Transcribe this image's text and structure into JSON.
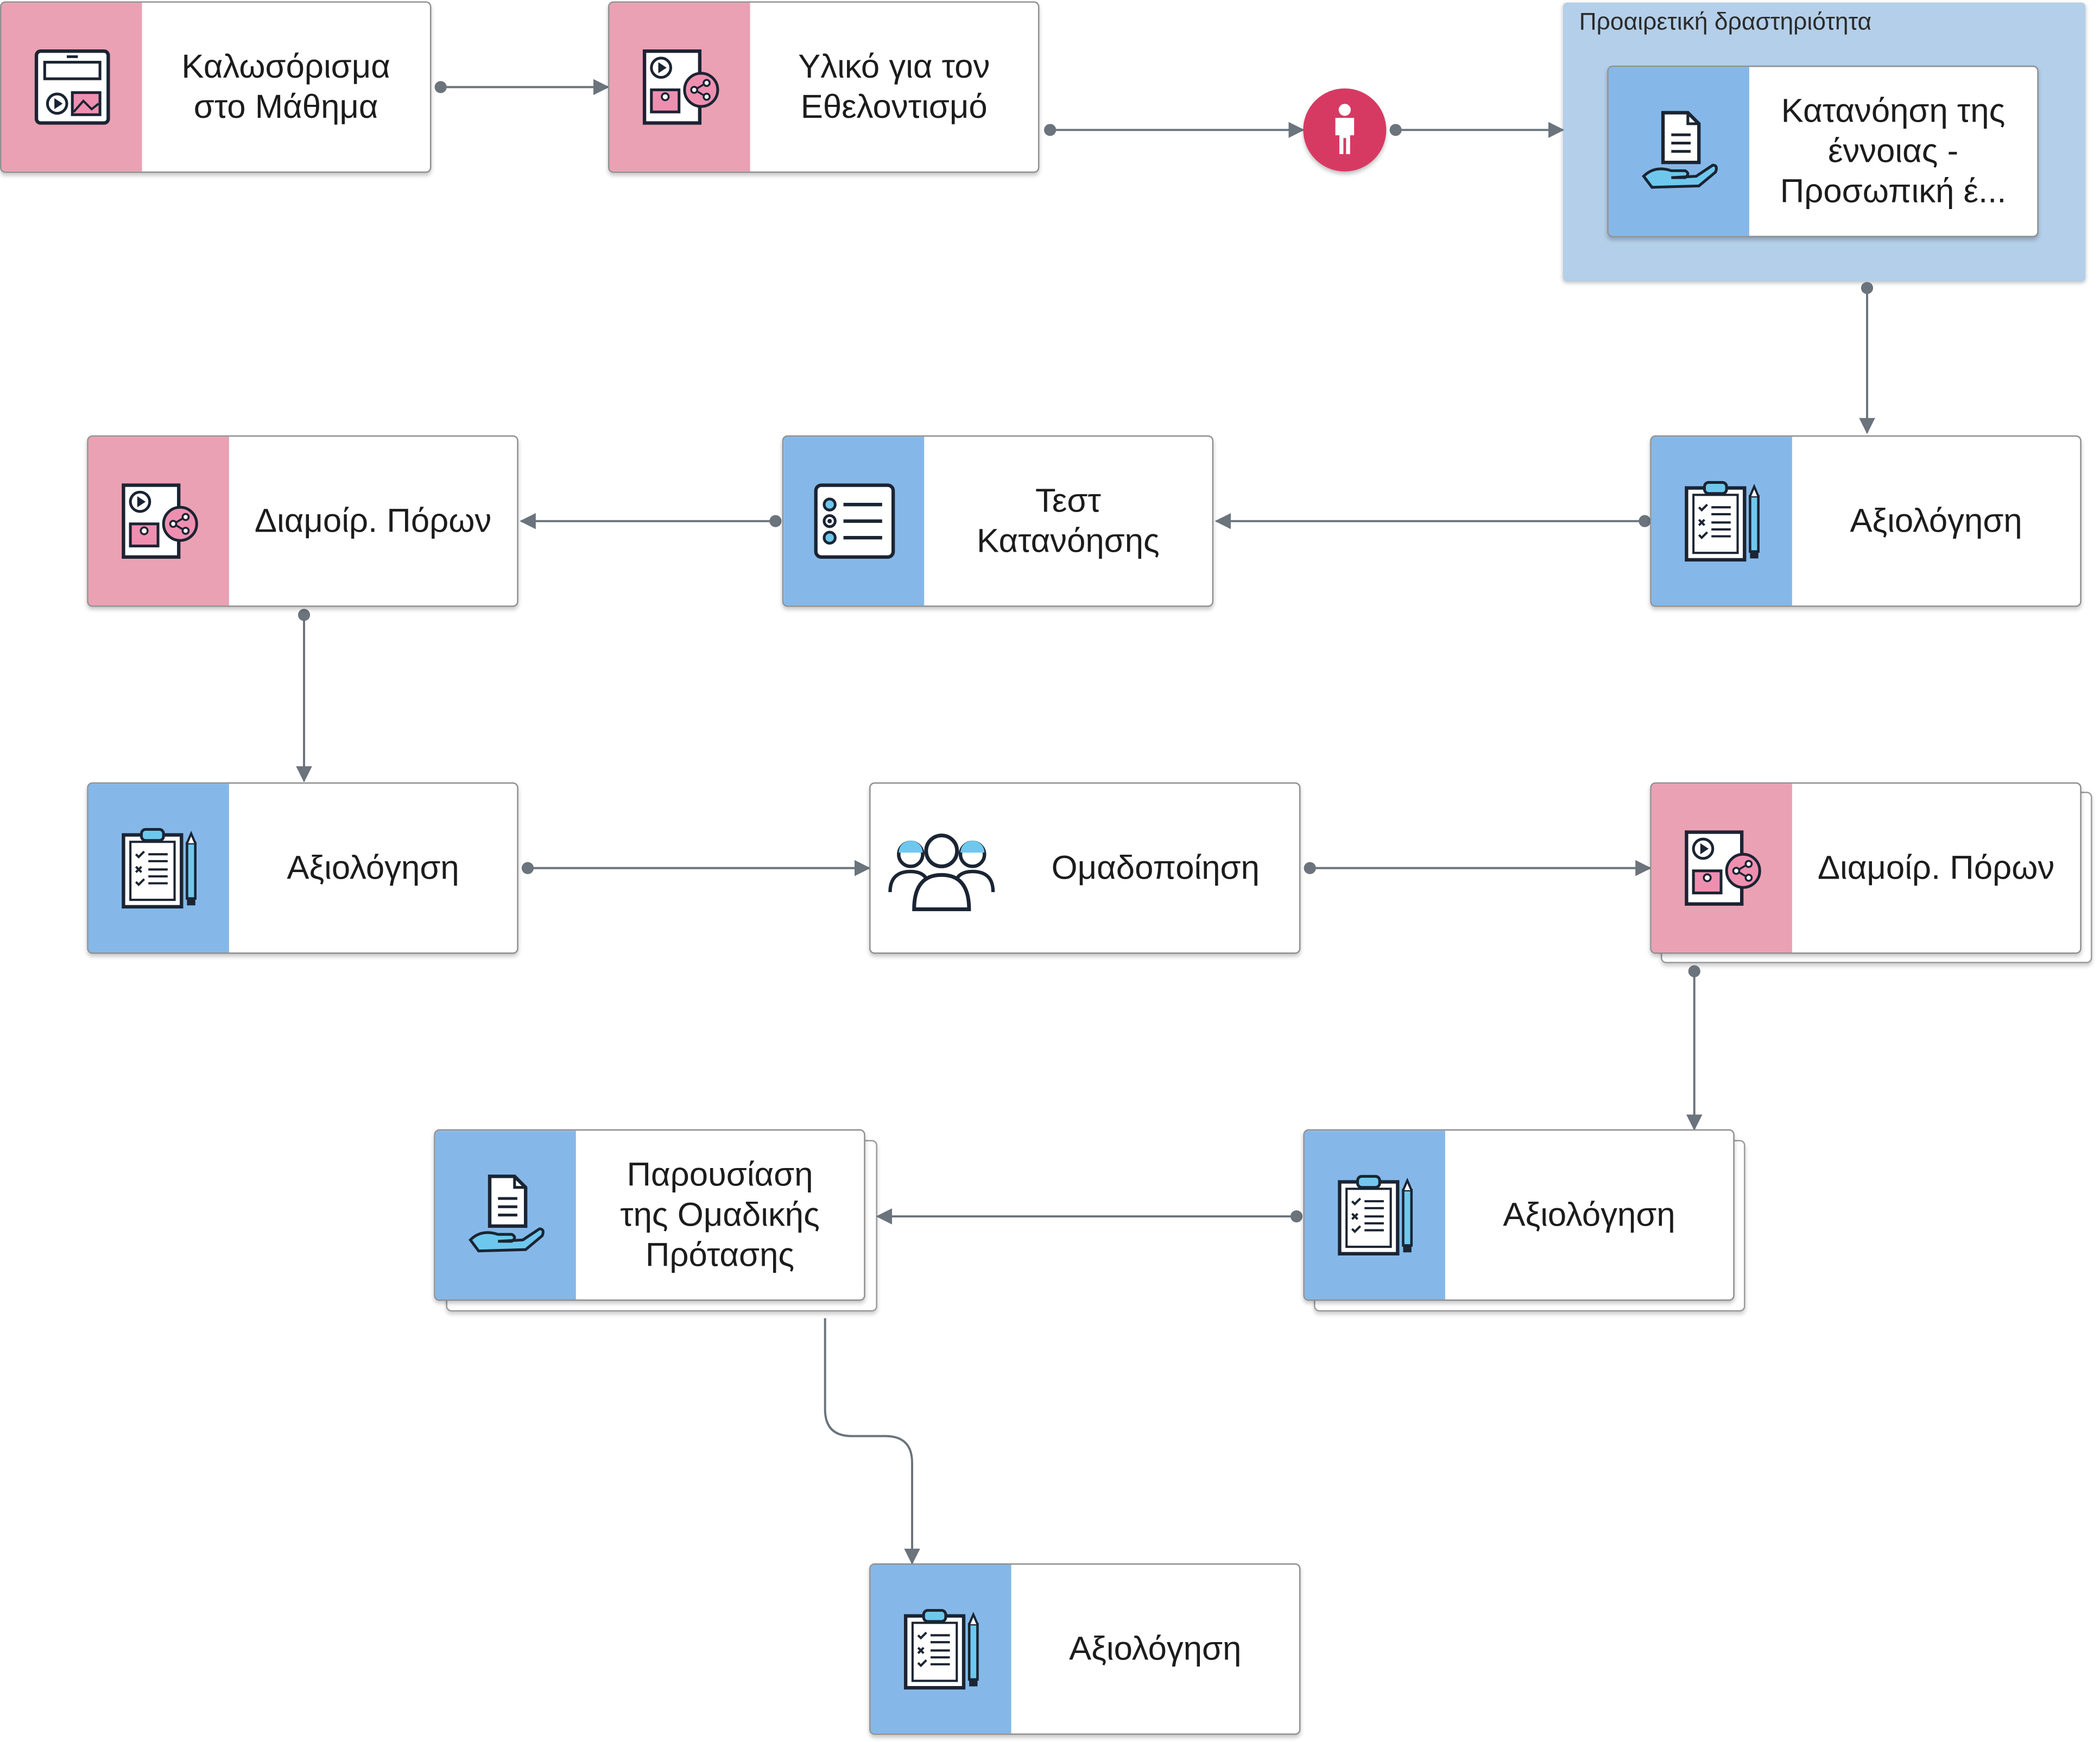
{
  "group": {
    "label": "Προαιρετική δραστηριότητα"
  },
  "nodes": [
    {
      "id": "n1",
      "label": "Καλωσόρισμα\nστο Μάθημα",
      "color": "pink",
      "icon": "presentation-icon"
    },
    {
      "id": "n2",
      "label": "Υλικό για τον\nΕθελοντισμό",
      "color": "pink",
      "icon": "shared-media-icon"
    },
    {
      "id": "n3",
      "label": "Κατανόηση της\nέννοιας -\nΠροσωπική έ...",
      "color": "blue",
      "icon": "document-hand-icon"
    },
    {
      "id": "n4",
      "label": "Διαμοίρ. Πόρων",
      "color": "pink",
      "icon": "shared-media-icon"
    },
    {
      "id": "n5",
      "label": "Τεστ\nΚατανόησης",
      "color": "blue",
      "icon": "checklist-icon"
    },
    {
      "id": "n6",
      "label": "Αξιολόγηση",
      "color": "blue",
      "icon": "clipboard-icon"
    },
    {
      "id": "n7",
      "label": "Αξιολόγηση",
      "color": "blue",
      "icon": "clipboard-icon"
    },
    {
      "id": "n8",
      "label": "Ομαδοποίηση",
      "color": "none",
      "icon": "group-icon"
    },
    {
      "id": "n9",
      "label": "Διαμοίρ. Πόρων",
      "color": "pink",
      "icon": "shared-media-icon"
    },
    {
      "id": "n10",
      "label": "Παρουσίαση\nτης Ομαδικής\nΠρότασης",
      "color": "blue",
      "icon": "document-hand-icon"
    },
    {
      "id": "n11",
      "label": "Αξιολόγηση",
      "color": "blue",
      "icon": "clipboard-icon"
    },
    {
      "id": "n12",
      "label": "Αξιολόγηση",
      "color": "blue",
      "icon": "clipboard-icon"
    }
  ],
  "colors": {
    "pink": "#eaa1b3",
    "blue": "#85b8e8",
    "group": "#b4cfe9",
    "person": "#d63a63",
    "connector": "#6b737c"
  }
}
